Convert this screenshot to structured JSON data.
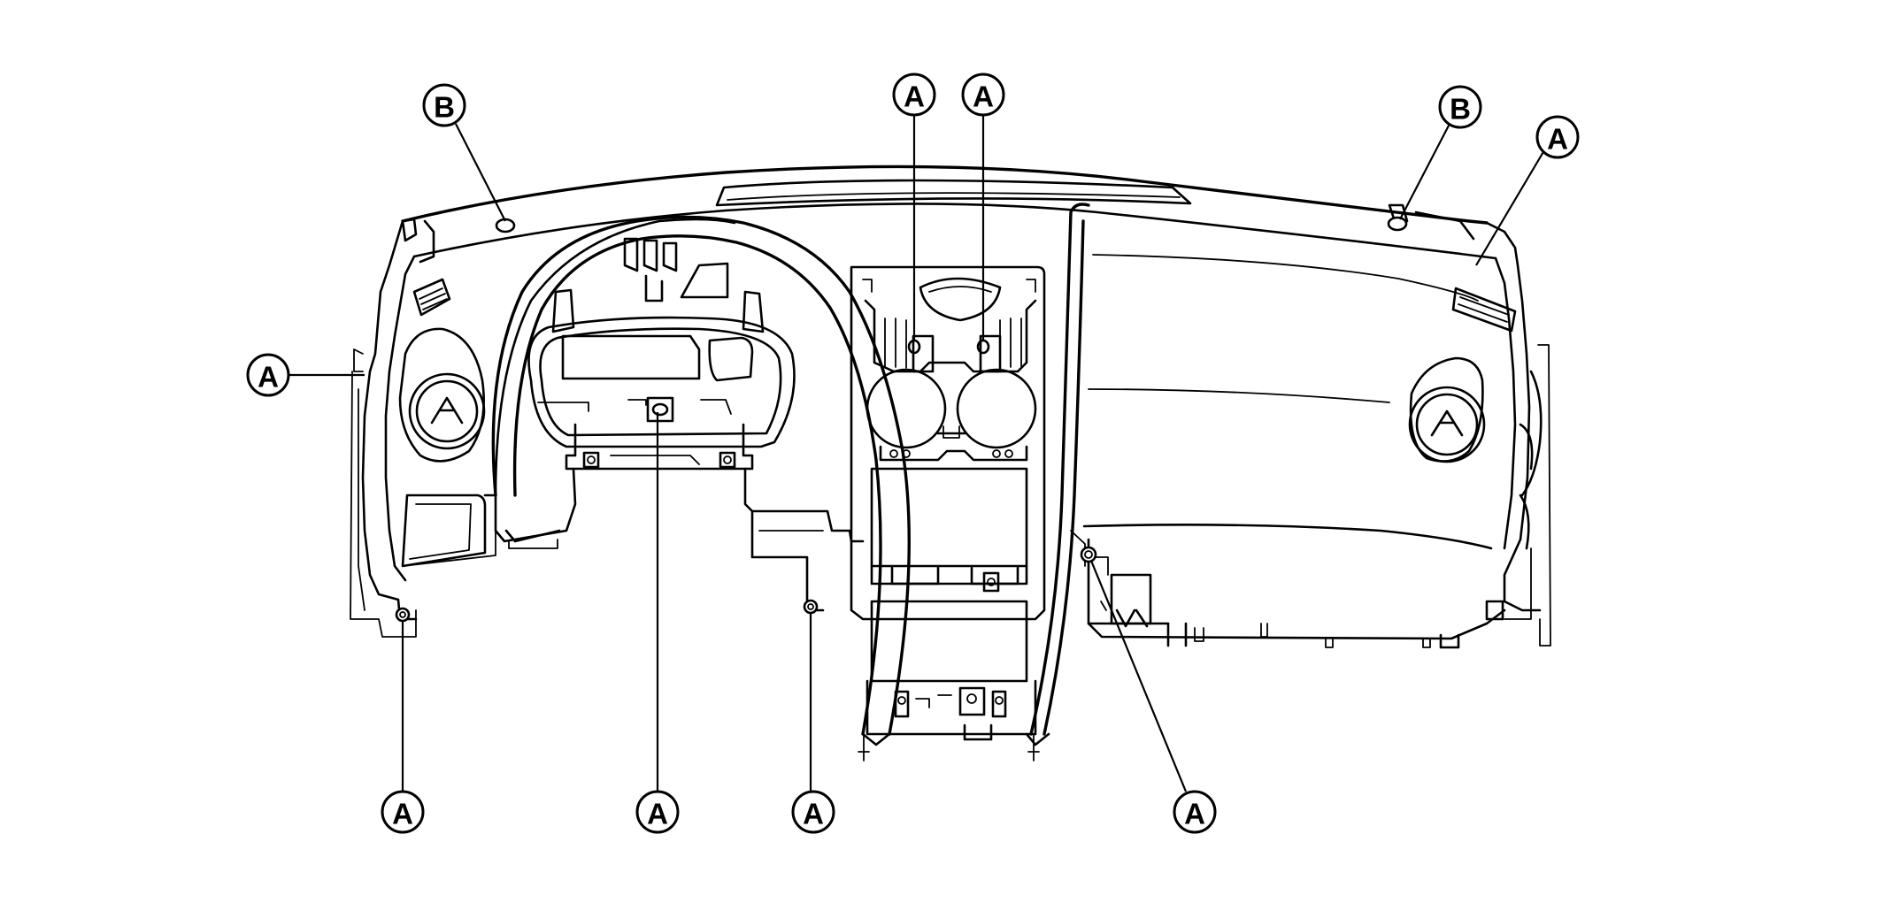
{
  "callouts": {
    "b_left": "B",
    "b_right": "B",
    "a_top_left": "A",
    "a_top_right": "A",
    "a_right_upper": "A",
    "a_left_middle": "A",
    "a_bottom_1": "A",
    "a_bottom_2": "A",
    "a_bottom_3": "A",
    "a_bottom_4": "A"
  }
}
